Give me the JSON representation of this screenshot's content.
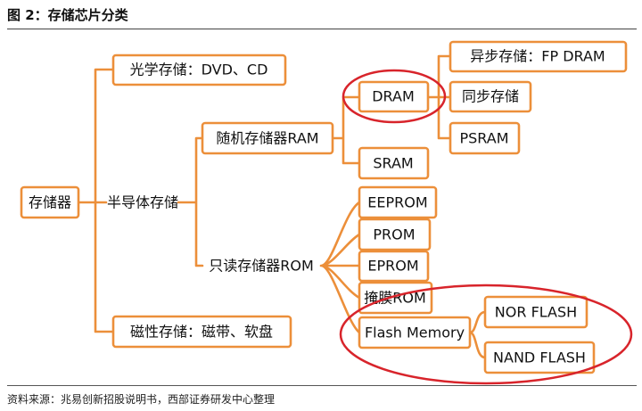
{
  "title": "图 2：存储芯片分类",
  "source": "资料来源：兆易创新招股说明书，西部证券研发中心整理",
  "nodes": {
    "storage": "存储器",
    "optical": "光学存储：DVD、CD",
    "semiconductor": "半导体存储",
    "magnetic": "磁性存储：磁带、软盘",
    "ram": "随机存储器RAM",
    "rom": "只读存储器ROM",
    "dram": "DRAM",
    "sram": "SRAM",
    "async": "异步存储：FP DRAM",
    "sync": "同步存储",
    "psram": "PSRAM",
    "eeprom": "EEPROM",
    "prom": "PROM",
    "eprom": "EPROM",
    "mask_rom": "掩膜ROM",
    "flash": "Flash Memory",
    "nor": "NOR FLASH",
    "nand": "NAND FLASH"
  }
}
